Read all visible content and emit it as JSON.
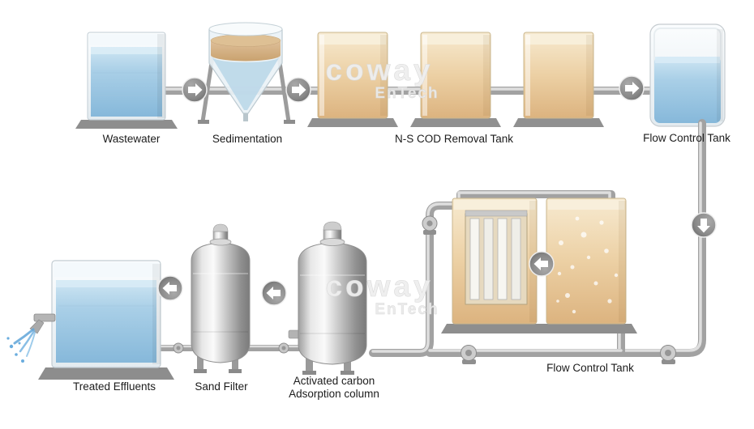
{
  "watermark": {
    "line1": "coway",
    "line2": "EnTech"
  },
  "labels": {
    "wastewater": "Wastewater",
    "sedimentation": "Sedimentation",
    "cod_removal": "N-S COD Removal Tank",
    "flow_control_top": "Flow Control Tank",
    "flow_control_bottom": "Flow Control Tank",
    "activated_carbon_line1": "Activated carbon",
    "activated_carbon_line2": "Adsorption column",
    "sand_filter": "Sand Filter",
    "treated_effluents": "Treated Effluents"
  },
  "flow_sequence": [
    "Wastewater",
    "Sedimentation",
    "N-S COD Removal Tank",
    "Flow Control Tank",
    "Flow Control Tank",
    "Activated carbon Adsorption column",
    "Sand Filter",
    "Treated Effluents"
  ],
  "colors": {
    "water_blue": "#a9cfe7",
    "tank_tan": "#e8c998",
    "pipe_gray": "#a2a2a2",
    "arrow_gray": "#7c7c7c",
    "metal_gray": "#c4c4c4",
    "watermark_gray": "#eeeeee",
    "label_text": "#1c1c1c"
  }
}
